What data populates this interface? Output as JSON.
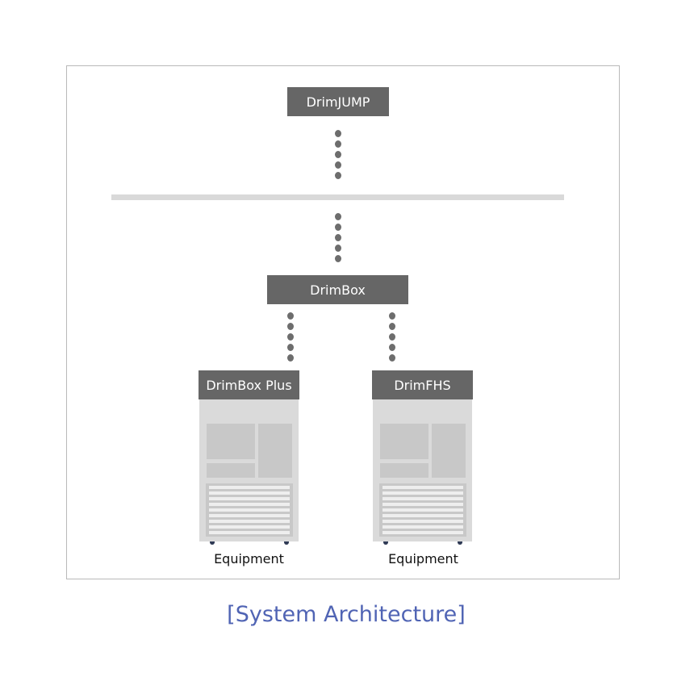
{
  "diagram": {
    "nodes": {
      "drimjump": "DrimJUMP",
      "drimbox": "DrimBox",
      "drimbox_plus": "DrimBox Plus",
      "drimfhs": "DrimFHS"
    },
    "equipment_labels": [
      "Equipment",
      "Equipment"
    ],
    "caption": "[System Architecture]"
  },
  "colors": {
    "node_fill": "#666666",
    "node_text": "#ffffff",
    "connector_dots": "#6d6d6d",
    "network_bus": "#d9d9d9",
    "equipment_body": "#dadada",
    "caption_text": "#5064b4"
  }
}
